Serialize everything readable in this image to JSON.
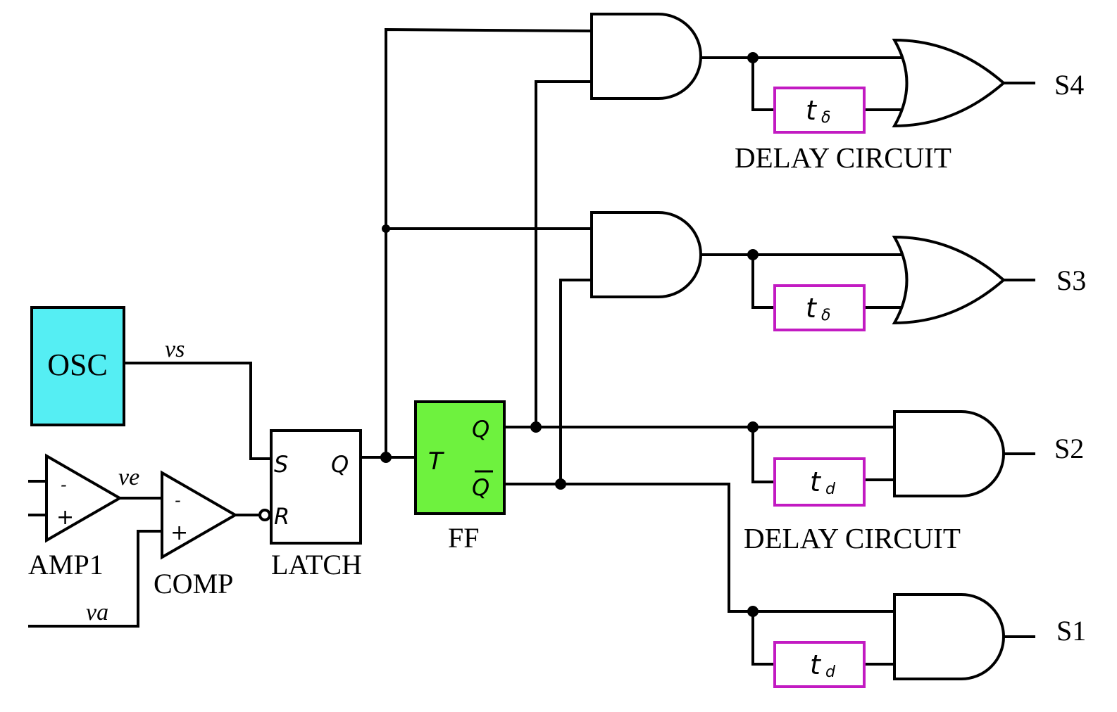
{
  "blocks": {
    "osc": {
      "label": "OSC",
      "fill": "#55eef3"
    },
    "amp1": {
      "label": "AMP1",
      "minus": "-",
      "plus": "+"
    },
    "comp": {
      "label": "COMP",
      "minus": "-",
      "plus": "+"
    },
    "latch": {
      "label": "LATCH",
      "s": "S",
      "r": "R",
      "q": "Q"
    },
    "ff": {
      "label": "FF",
      "t": "T",
      "q": "Q",
      "qbar": "Q",
      "fill": "#6ef23e"
    },
    "delay_top": {
      "label": "DELAY CIRCUIT",
      "box_color": "#c21bc2"
    },
    "delay_bottom": {
      "label": "DELAY CIRCUIT",
      "box_color": "#c21bc2"
    },
    "delay_symbols": {
      "t_delta": {
        "base": "t",
        "sub": "δ"
      },
      "t_d": {
        "base": "t",
        "sub": "d"
      }
    }
  },
  "signals": {
    "vs": "vs",
    "ve": "ve",
    "va": "va"
  },
  "outputs": {
    "s4": "S4",
    "s3": "S3",
    "s2": "S2",
    "s1": "S1"
  }
}
